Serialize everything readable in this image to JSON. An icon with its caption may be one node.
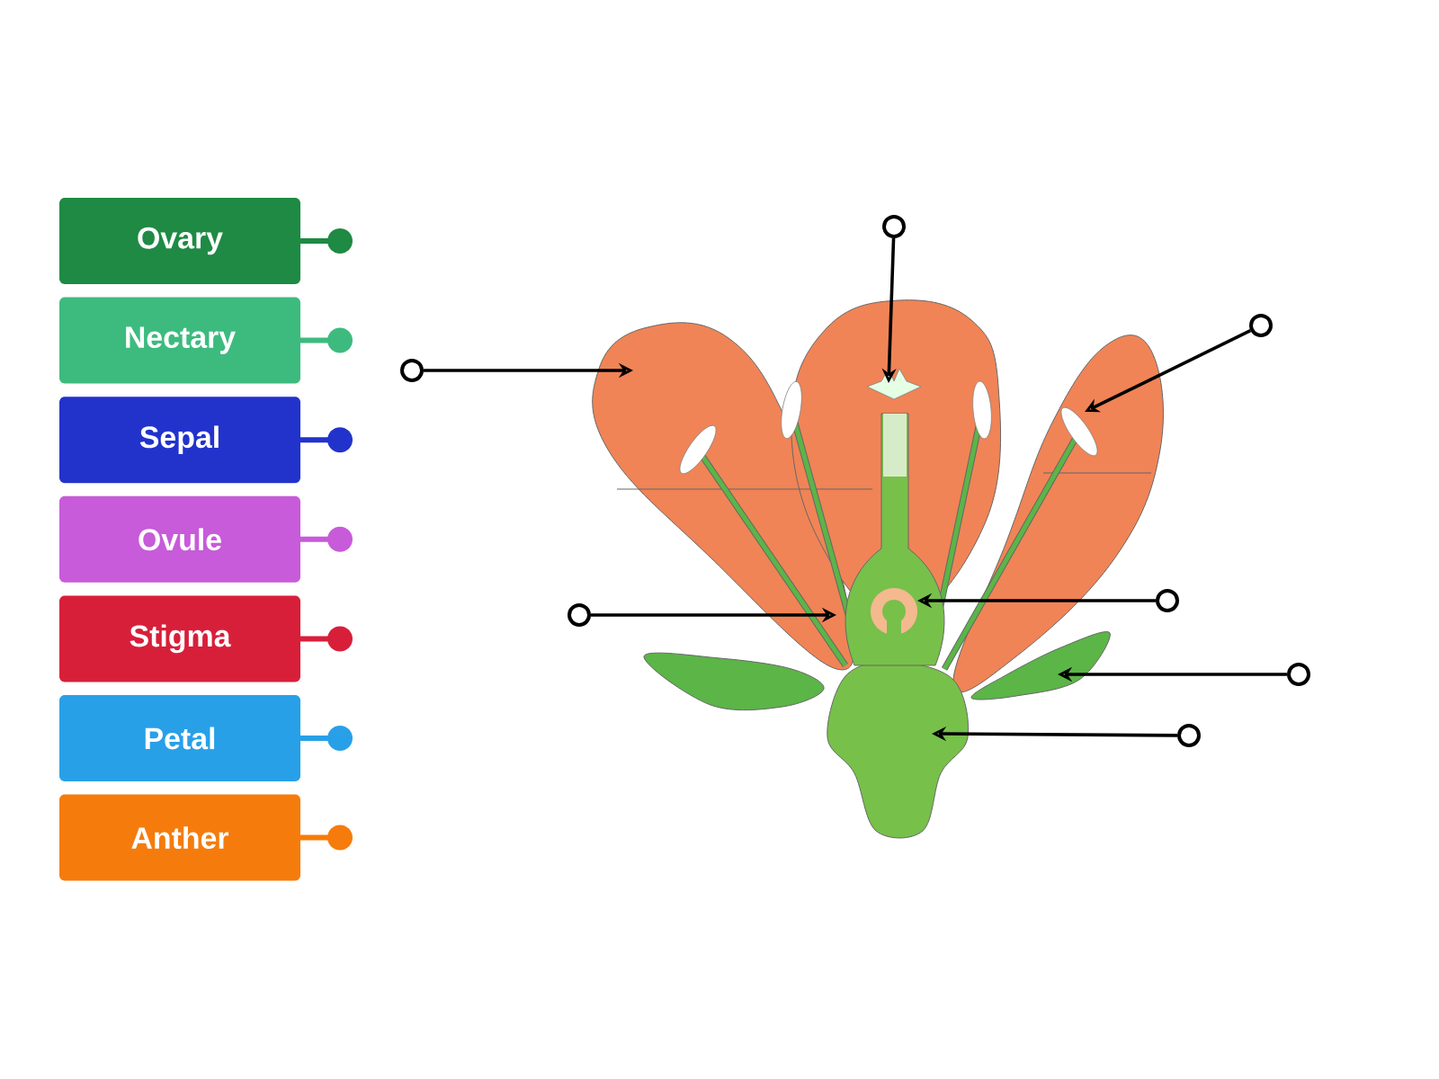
{
  "diagram": {
    "nodes": [
      {
        "text": [
          "Ovary"
        ]
      },
      {
        "text": [
          "Nectary"
        ]
      },
      {
        "text": [
          "Sepal"
        ]
      },
      {
        "text": [
          "Ovule"
        ]
      },
      {
        "text": [
          "Stigma"
        ]
      },
      {
        "text": [
          "Petal"
        ]
      },
      {
        "text": [
          "Anther"
        ]
      },
      {
        "text": [],
        "shape": "circle"
      },
      {
        "text": [],
        "shape": "circle"
      },
      {
        "text": [],
        "shape": "circle"
      },
      {
        "text": [],
        "shape": "circle"
      },
      {
        "text": [],
        "shape": "circle"
      },
      {
        "text": [],
        "shape": "circle"
      },
      {
        "text": [],
        "shape": "circle"
      }
    ],
    "edges": [
      {
        "from": 7,
        "to": null,
        "arrow": "to"
      },
      {
        "from": 8,
        "to": null,
        "arrow": "to"
      },
      {
        "from": 9,
        "to": null,
        "arrow": "to"
      },
      {
        "from": 10,
        "to": null,
        "arrow": "to"
      },
      {
        "from": 11,
        "to": null,
        "arrow": "to"
      },
      {
        "from": 12,
        "to": null,
        "arrow": "to"
      },
      {
        "from": 13,
        "to": null,
        "arrow": "to"
      }
    ]
  }
}
